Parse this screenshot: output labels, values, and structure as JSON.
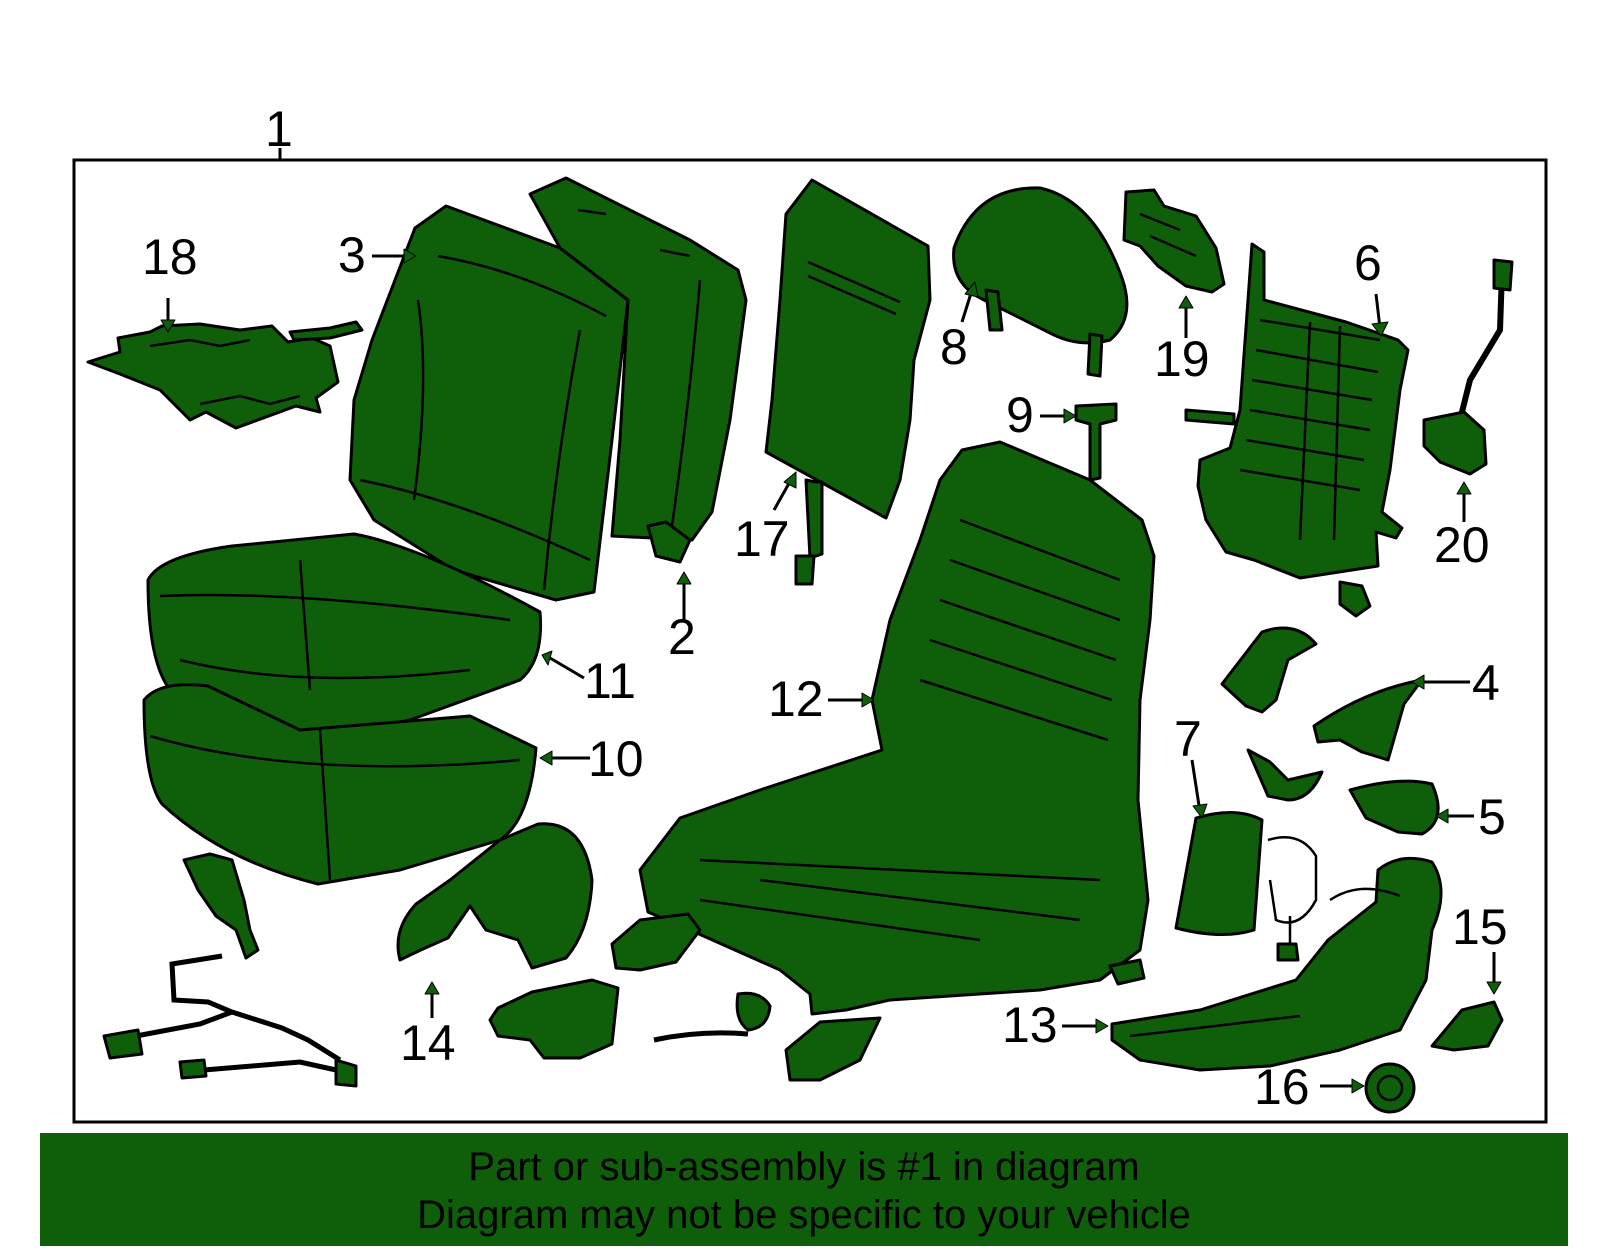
{
  "callouts": [
    "1",
    "2",
    "3",
    "4",
    "5",
    "6",
    "7",
    "8",
    "9",
    "10",
    "11",
    "12",
    "13",
    "14",
    "15",
    "16",
    "17",
    "18",
    "19",
    "20"
  ],
  "parts": [
    "part-18-heater-mat",
    "part-3-seat-back-cover",
    "part-3b-seat-back-pad",
    "part-17-back-board",
    "part-8-headrest",
    "part-19-bracket",
    "part-6-back-frame",
    "part-20-recliner-cable",
    "part-9-headrest-guide",
    "part-11-cushion-cover",
    "part-10-cushion-pad",
    "part-12-seat-frame",
    "part-7-shield",
    "part-4-cover",
    "part-5-cover",
    "part-14-inner-shield",
    "part-13-side-shield",
    "part-15-knob-cover",
    "part-16-knob",
    "part-harness"
  ],
  "banner": {
    "line1": "Part or sub-assembly is #1 in diagram",
    "line2": "Diagram may not be specific to your vehicle"
  },
  "colors": {
    "part_fill": "#0f5f0a",
    "outline": "#000000",
    "banner_bg": "#0f5f0a"
  }
}
